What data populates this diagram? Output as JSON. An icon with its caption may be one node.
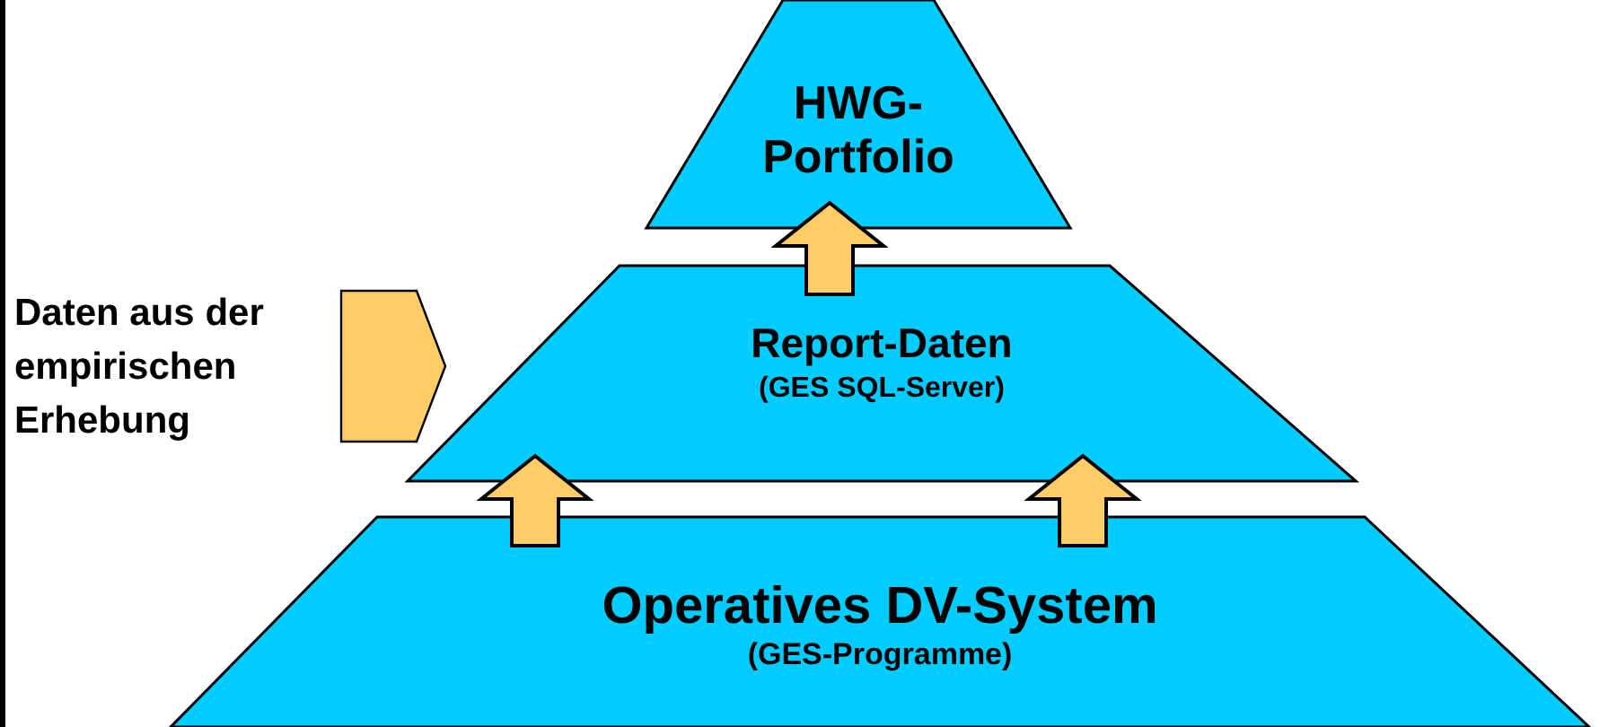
{
  "diagram": {
    "nodes": [
      {
        "text": [
          "HWG- Portfolio"
        ]
      },
      {
        "text": [
          "Daten aus der empirischen Erhebung"
        ]
      },
      {
        "text": [
          "Report-Daten",
          "(GES SQL-Server)"
        ]
      },
      {
        "text": [
          "Operatives DV-System",
          "(GES-Programme)"
        ]
      }
    ],
    "edges": [
      {
        "from": 1,
        "to": 2,
        "arrow": "to"
      },
      {
        "from": 2,
        "to": 0,
        "arrow": "to"
      },
      {
        "from": 3,
        "to": 2,
        "arrow": "to"
      },
      {
        "from": 3,
        "to": 2,
        "arrow": "to"
      }
    ]
  }
}
